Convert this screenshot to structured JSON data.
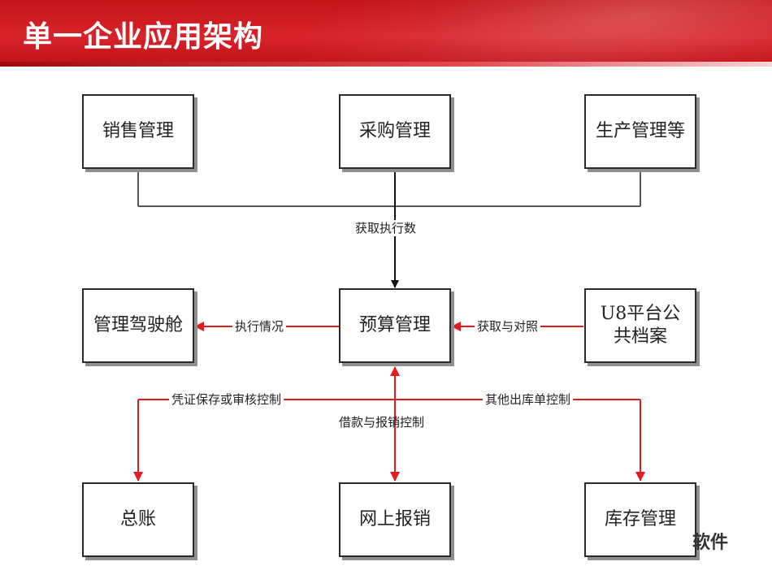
{
  "slide": {
    "title": "单一企业应用架构",
    "corner_text": "软件"
  },
  "colors": {
    "header_red": "#d8232a",
    "box_border": "#2a2a2a",
    "box_shadow": "#8f8f8f",
    "black_line": "#333333",
    "red_line": "#e8191f"
  },
  "nodes": {
    "sales": "销售管理",
    "purchase": "采购管理",
    "production": "生产管理等",
    "cockpit": "管理驾驶舱",
    "budget": "预算管理",
    "u8_archive": "U8平台公共档案",
    "ledger": "总账",
    "online_expense": "网上报销",
    "inventory": "库存管理"
  },
  "edges": {
    "fetch_execution": "获取执行数",
    "execution_status": "执行情况",
    "fetch_compare": "获取与对照",
    "voucher_control": "凭证保存或审核控制",
    "loan_expense_control": "借款与报销控制",
    "other_outbound_control": "其他出库单控制"
  }
}
